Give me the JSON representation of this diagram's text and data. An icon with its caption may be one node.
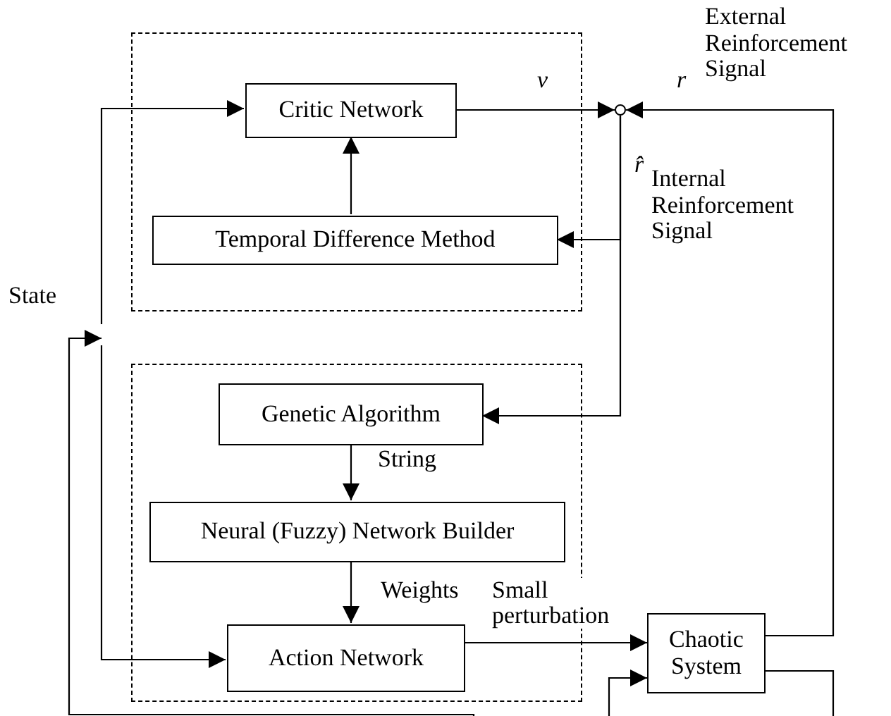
{
  "diagram": {
    "nodes": [
      {
        "text": [],
        "shape": "box"
      },
      {
        "text": [
          "Critic Network"
        ],
        "in": 0
      },
      {
        "text": [],
        "shape": "circle"
      },
      {
        "text": [
          "Temporal Difference Method"
        ],
        "in": 0
      },
      {
        "text": [
          "State"
        ]
      },
      {
        "text": [],
        "shape": "box"
      },
      {
        "text": [
          "Genetic Algorithm"
        ],
        "in": 5
      },
      {
        "text": [
          "Neural (Fuzzy) Network Builder"
        ],
        "in": 5
      },
      {
        "text": [
          "Action Network"
        ],
        "in": 5
      },
      {
        "text": [
          "Chaotic System"
        ]
      }
    ],
    "edges": [
      {
        "from": 4,
        "to": 1,
        "arrow": "to"
      },
      {
        "from": 4,
        "to": 8,
        "arrow": "to"
      },
      {
        "from": null,
        "to": 4,
        "arrow": "to"
      },
      {
        "from": 1,
        "to": 2,
        "arrow": "to",
        "label": "v"
      },
      {
        "from": 9,
        "to": 2,
        "arrow": "to",
        "label": "r"
      },
      {
        "from": 2,
        "to": 3,
        "arrow": "to",
        "label": "r̂"
      },
      {
        "from": 2,
        "to": 6,
        "arrow": "to"
      },
      {
        "from": 3,
        "to": 1,
        "arrow": "to"
      },
      {
        "from": 6,
        "to": 7,
        "arrow": "to",
        "label": "String"
      },
      {
        "from": 7,
        "to": 8,
        "arrow": "to",
        "label": "Weights"
      },
      {
        "from": 8,
        "to": 9,
        "arrow": "to",
        "label": "Small perturbation"
      },
      {
        "from": null,
        "to": 9,
        "arrow": "to"
      },
      {
        "from": 9,
        "to": null,
        "arrow": "none"
      }
    ],
    "labels": [
      "External Reinforcement Signal",
      "Internal Reinforcement Signal"
    ]
  }
}
